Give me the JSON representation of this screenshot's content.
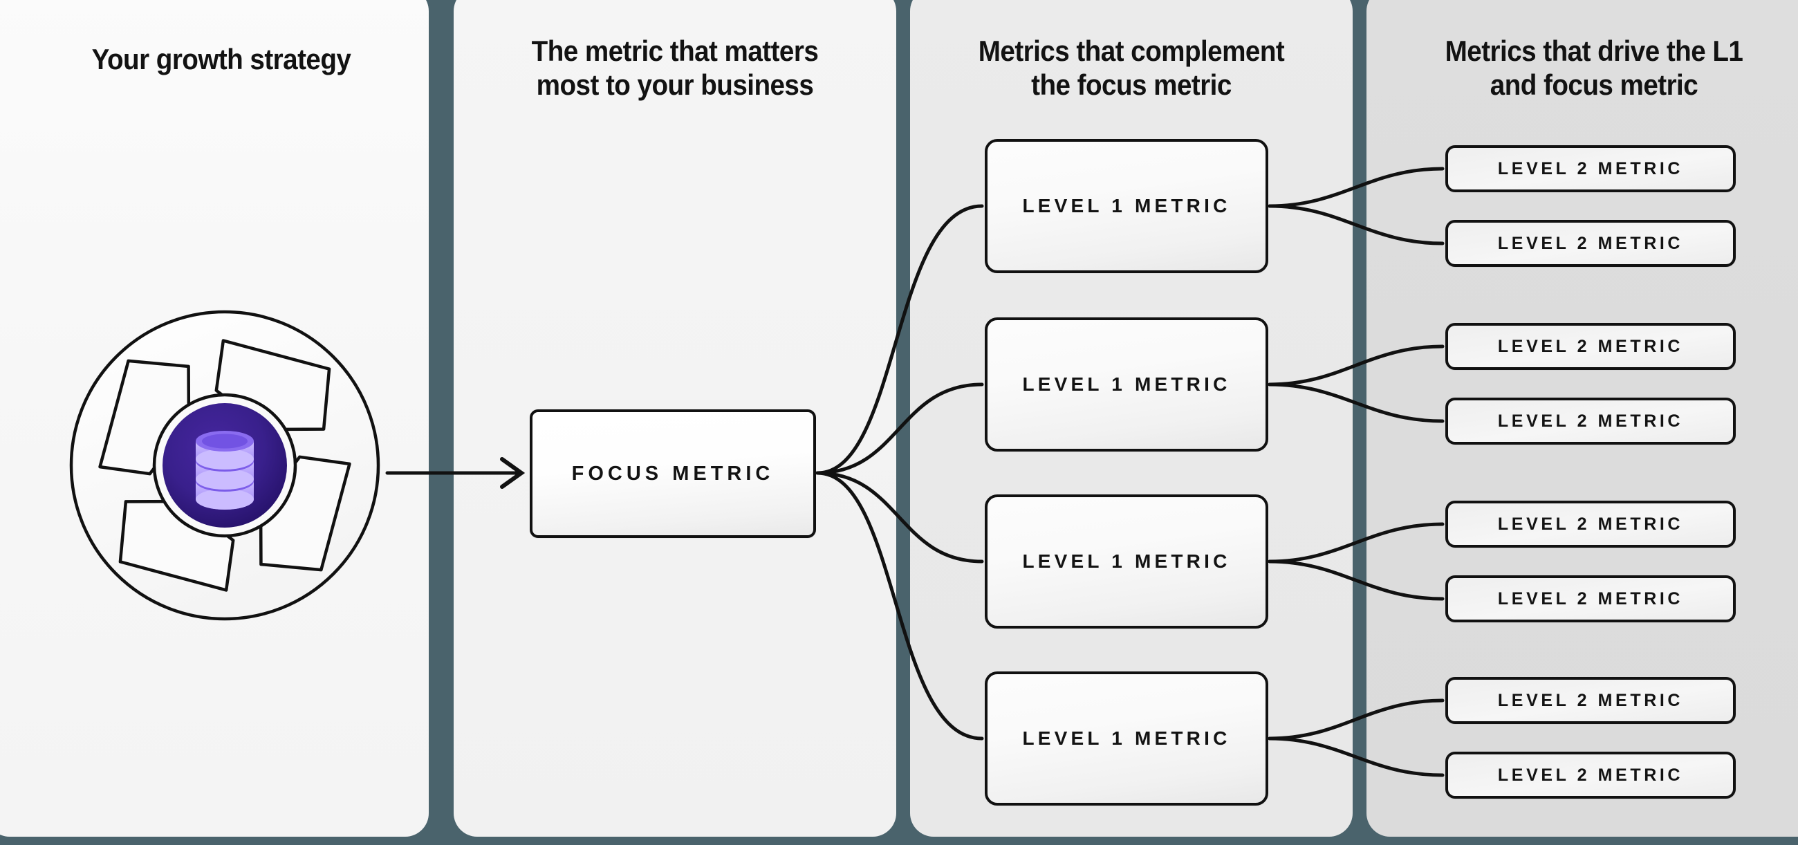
{
  "columns": [
    {
      "id": "growth-strategy",
      "title": "Your growth strategy"
    },
    {
      "id": "focus-metric",
      "title_line1": "The metric that matters",
      "title_line2": "most to your business"
    },
    {
      "id": "complement",
      "title_line1": "Metrics that complement",
      "title_line2": "the focus metric"
    },
    {
      "id": "drivers",
      "title_line1": "Metrics that drive the L1",
      "title_line2": "and focus metric"
    }
  ],
  "emblem": {
    "name": "growth-strategy-aperture",
    "icon": "database-icon",
    "core_color": "#3a1e8f",
    "core_color_outer": "#2a1470",
    "disc_color": "#b9a8f8",
    "disc_shadow": "#6d48e6",
    "blade_fill": "#fbfbfb",
    "stroke": "#111111"
  },
  "focus": {
    "label": "FOCUS METRIC"
  },
  "level1": [
    {
      "label": "LEVEL 1 METRIC"
    },
    {
      "label": "LEVEL 1 METRIC"
    },
    {
      "label": "LEVEL 1 METRIC"
    },
    {
      "label": "LEVEL 1 METRIC"
    }
  ],
  "level2": [
    {
      "label": "LEVEL 2 METRIC"
    },
    {
      "label": "LEVEL 2 METRIC"
    },
    {
      "label": "LEVEL 2 METRIC"
    },
    {
      "label": "LEVEL 2 METRIC"
    },
    {
      "label": "LEVEL 2 METRIC"
    },
    {
      "label": "LEVEL 2 METRIC"
    },
    {
      "label": "LEVEL 2 METRIC"
    },
    {
      "label": "LEVEL 2 METRIC"
    }
  ],
  "colors": {
    "divider": "#4a636c",
    "panel_1": "#f7f7f7",
    "panel_2": "#f3f3f3",
    "panel_3": "#e9e9e9",
    "panel_4": "#dcdcdc",
    "line": "#111111",
    "text": "#121212"
  }
}
